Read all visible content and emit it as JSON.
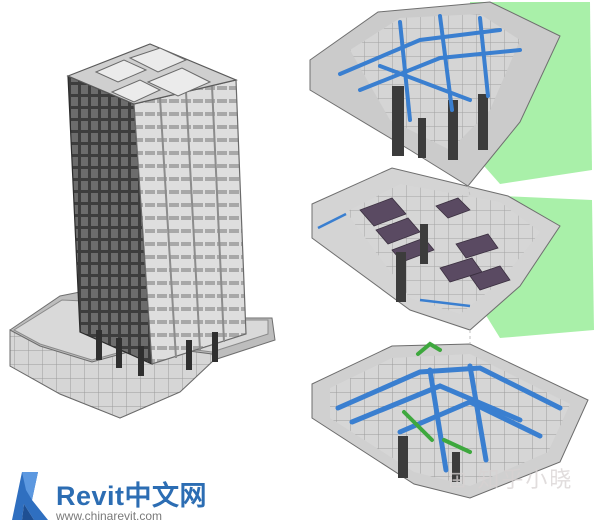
{
  "logo": {
    "name": "Revit中文网",
    "url": "www.chinarevit.com"
  },
  "watermark": {
    "text": "⊞ 知乎小晓"
  },
  "colors": {
    "background": "#ffffff",
    "structure_gray": "#9a9a9a",
    "dark_facade": "#4a4a4a",
    "duct_blue": "#3a7fd0",
    "pipe_green": "#3ea83e",
    "site_green": "#a9f0a9",
    "furniture_purple": "#5a4a62",
    "logo_blue": "#2c6db3"
  },
  "views": [
    {
      "id": "tower",
      "name": "building-tower-view"
    },
    {
      "id": "upper",
      "name": "floor-plan-upper-mep"
    },
    {
      "id": "middle",
      "name": "floor-plan-middle-furniture"
    },
    {
      "id": "lower",
      "name": "floor-plan-lower-mep"
    }
  ]
}
